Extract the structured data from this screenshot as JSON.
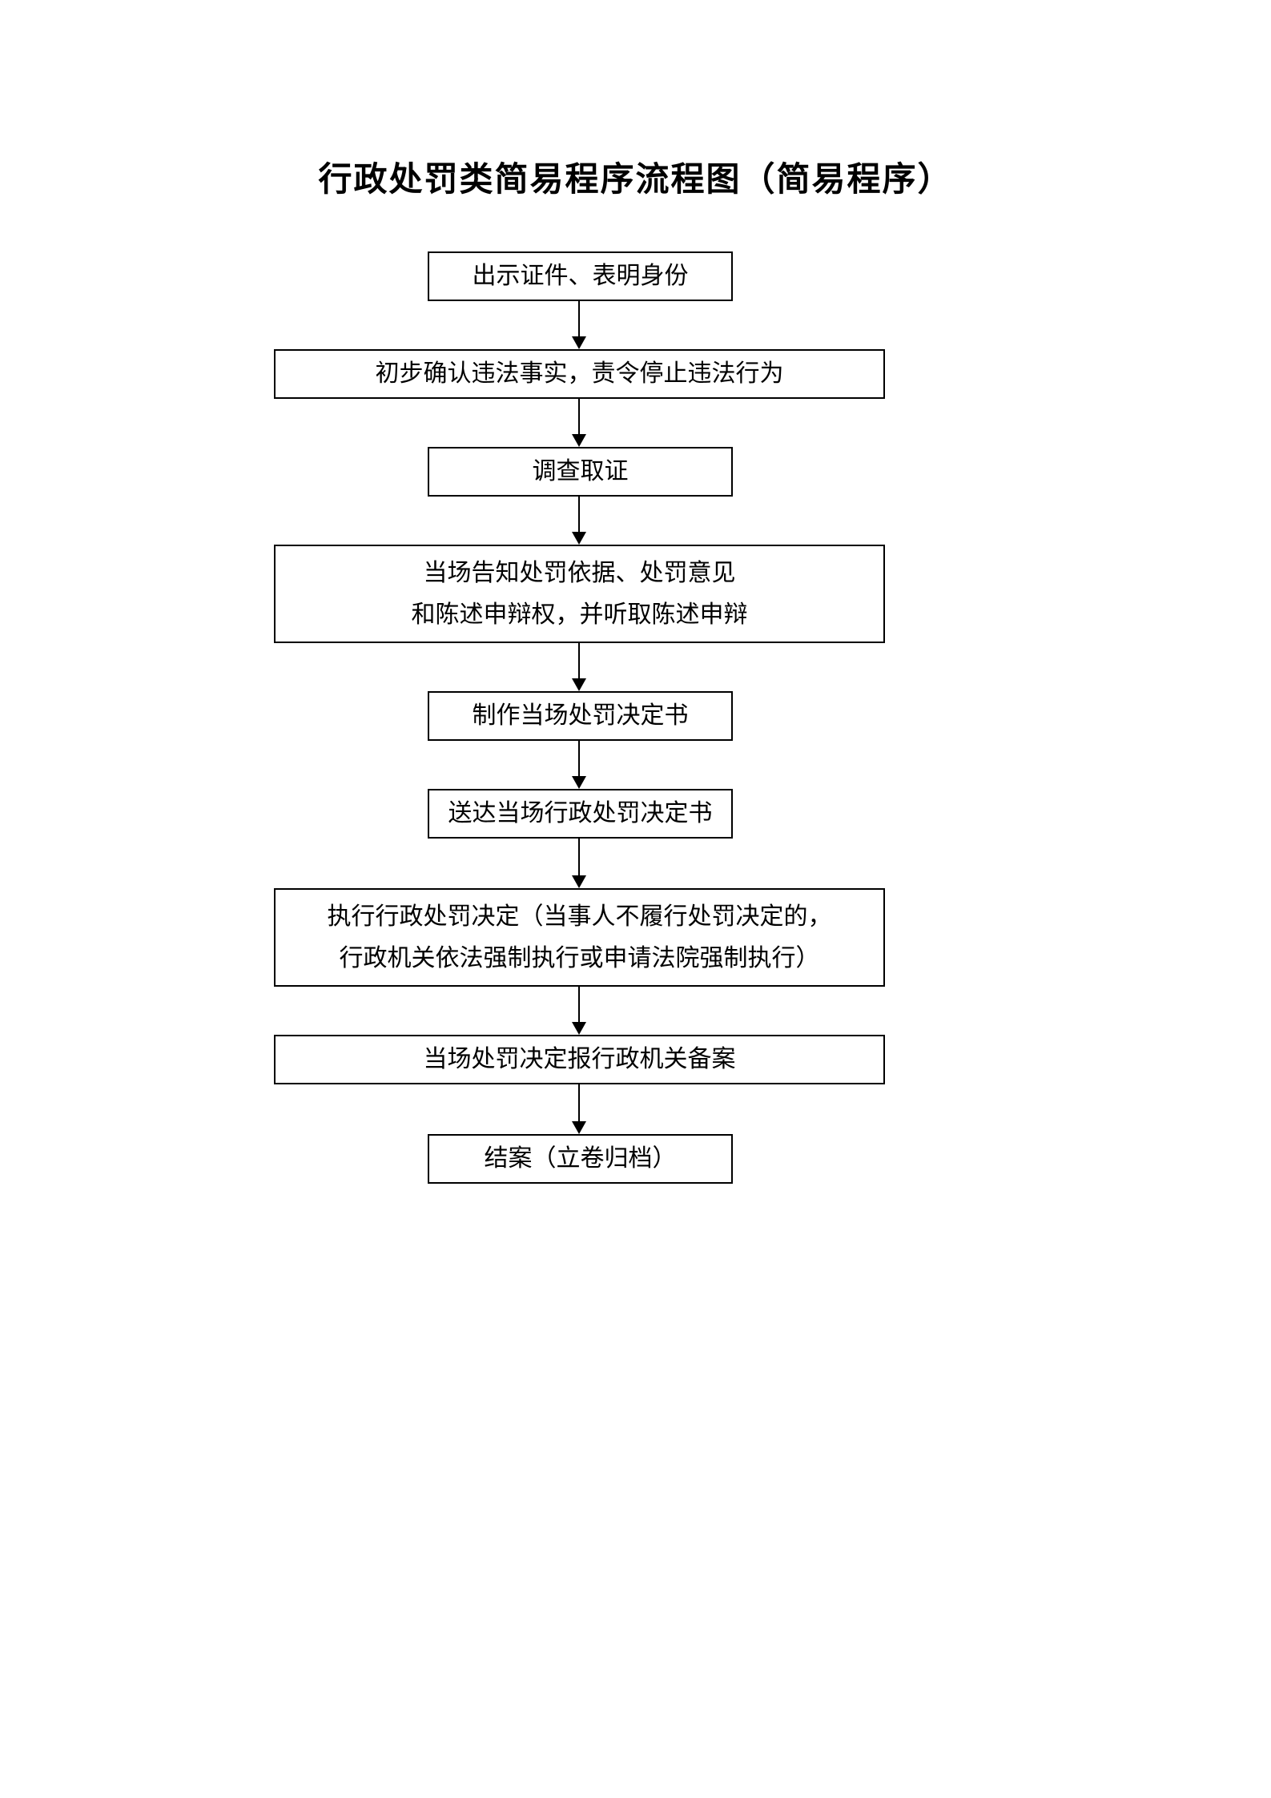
{
  "title": "行政处罚类简易程序流程图（简易程序）",
  "steps": [
    {
      "lines": [
        "出示证件、表明身份"
      ]
    },
    {
      "lines": [
        "初步确认违法事实，责令停止违法行为"
      ]
    },
    {
      "lines": [
        "调查取证"
      ]
    },
    {
      "lines": [
        "当场告知处罚依据、处罚意见",
        "和陈述申辩权，并听取陈述申辩"
      ]
    },
    {
      "lines": [
        "制作当场处罚决定书"
      ]
    },
    {
      "lines": [
        "送达当场行政处罚决定书"
      ]
    },
    {
      "lines": [
        "执行行政处罚决定（当事人不履行处罚决定的，",
        "行政机关依法强制执行或申请法院强制执行）"
      ]
    },
    {
      "lines": [
        "当场处罚决定报行政机关备案"
      ]
    },
    {
      "lines": [
        "结案（立卷归档）"
      ]
    }
  ]
}
